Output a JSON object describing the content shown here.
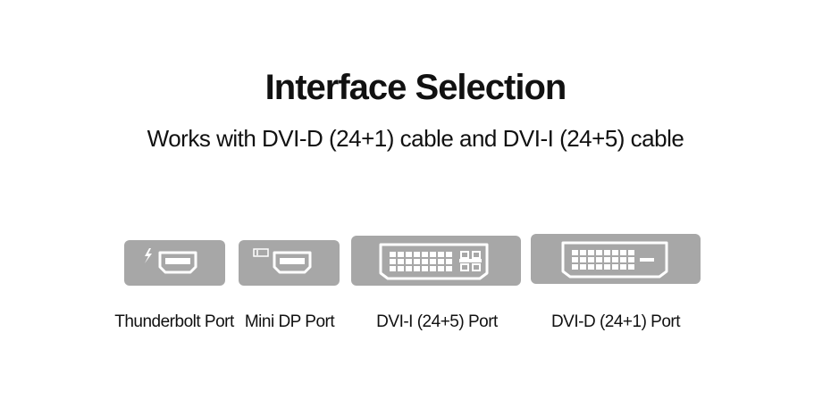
{
  "header": {
    "title": "Interface Selection",
    "subtitle": "Works with DVI-D (24+1) cable and DVI-I (24+5) cable"
  },
  "ports": [
    {
      "label": "Thunderbolt Port",
      "icon": "thunderbolt-port-icon"
    },
    {
      "label": "Mini DP Port",
      "icon": "mini-dp-port-icon"
    },
    {
      "label": "DVI-I (24+5) Port",
      "icon": "dvi-i-port-icon"
    },
    {
      "label": "DVI-D (24+1) Port",
      "icon": "dvi-d-port-icon"
    }
  ],
  "colors": {
    "port_fill": "#a7a7a7",
    "port_line": "#ffffff",
    "text": "#111111"
  }
}
